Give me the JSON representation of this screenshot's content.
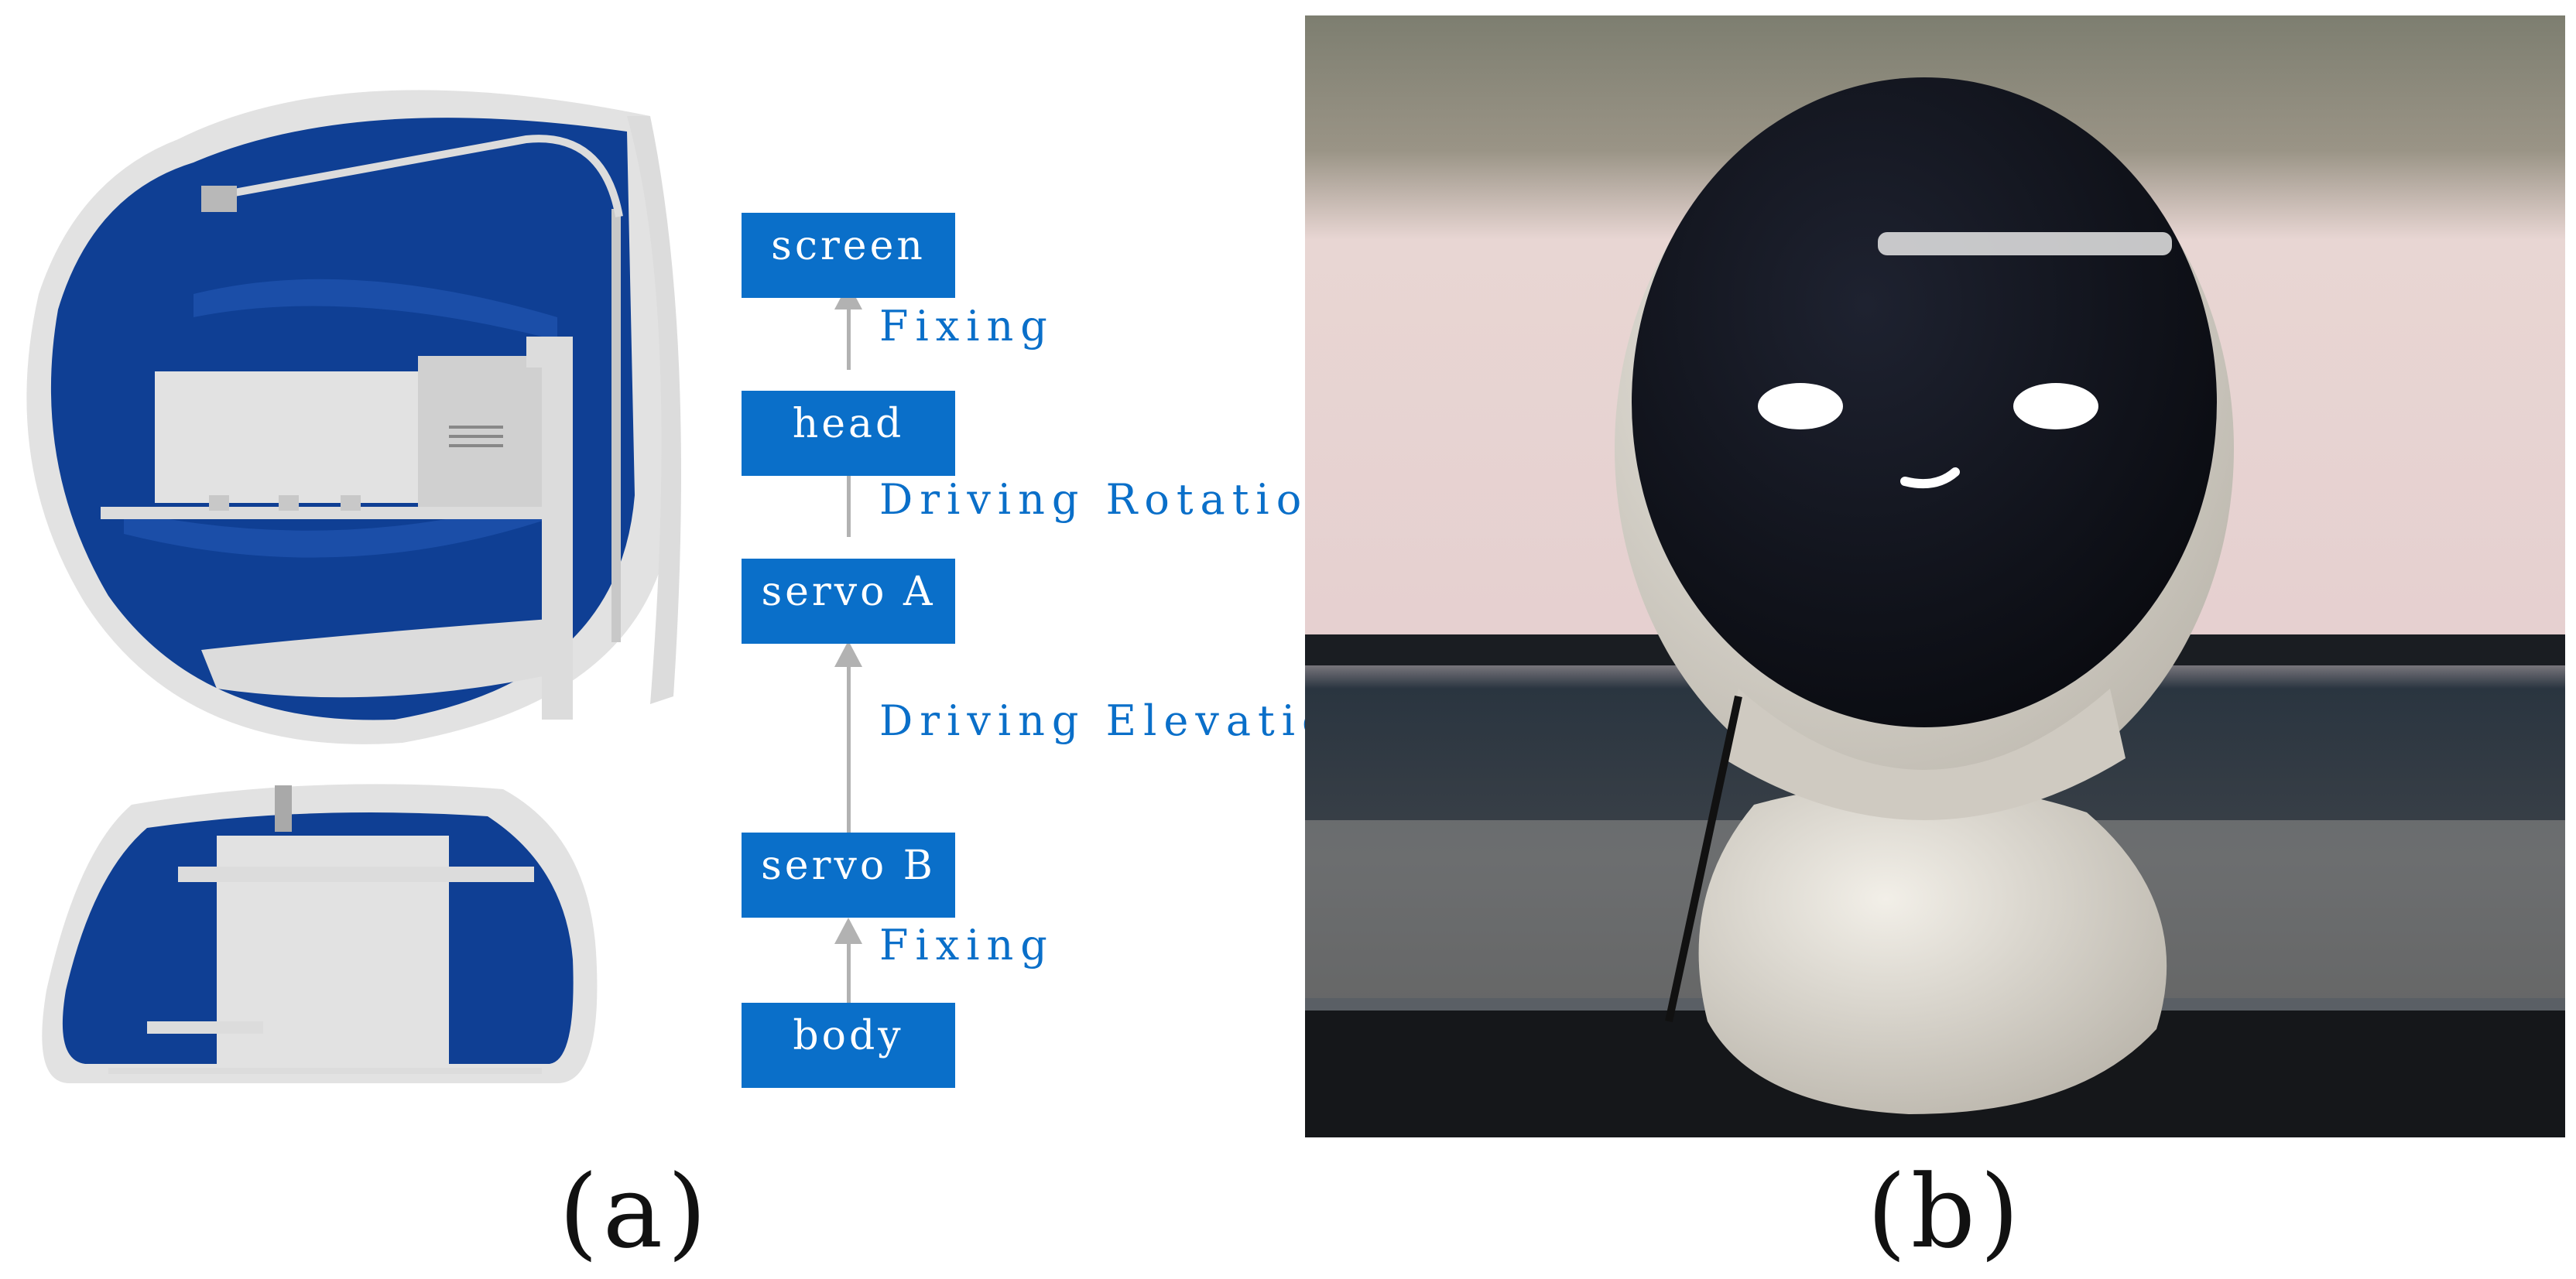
{
  "panel_a": {
    "caption": "(a)",
    "nodes": {
      "screen": "screen",
      "head": "head",
      "servo_a": "servo A",
      "servo_b": "servo B",
      "body": "body"
    },
    "edges": {
      "head_to_screen": "Fixing",
      "servoA_to_head": "Driving Rotation",
      "servoB_to_servoA": "Driving Elevation",
      "body_to_servoB": "Fixing"
    }
  },
  "panel_b": {
    "caption": "(b)"
  },
  "colors": {
    "node_fill": "#0a6fc9",
    "edge_label": "#0a6fc9",
    "arrow": "#b2b2b2",
    "cad_blue": "#0f3f94",
    "cad_gray": "#dcdcdc"
  }
}
